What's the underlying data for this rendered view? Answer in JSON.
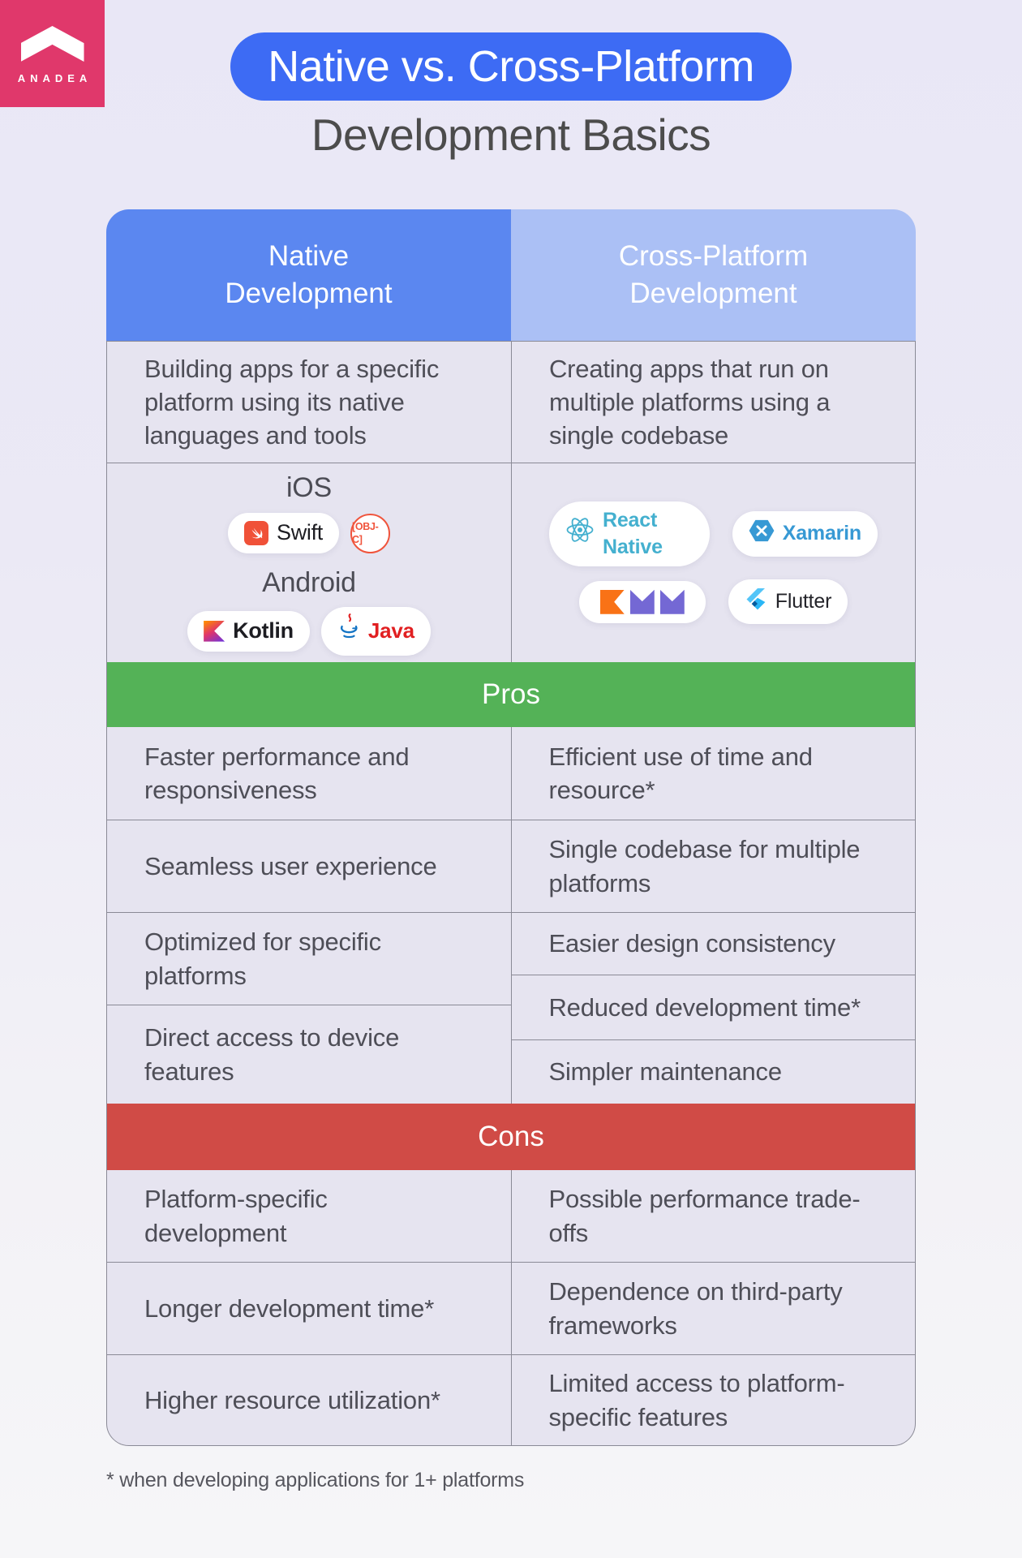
{
  "brand": {
    "name": "ANADEA"
  },
  "title": {
    "pill": "Native vs. Cross-Platform",
    "subtitle": "Development Basics"
  },
  "columns": {
    "native": {
      "header": "Native\nDevelopment",
      "description": "Building apps for a specific platform using its native languages and tools"
    },
    "cross": {
      "header": "Cross-Platform\nDevelopment",
      "description": "Creating apps that run on multiple platforms using a single codebase"
    }
  },
  "platforms": {
    "native": {
      "ios_label": "iOS",
      "android_label": "Android",
      "swift_label": "Swift",
      "objc_label": "[OBJ-C]",
      "kotlin_label": "Kotlin",
      "java_label": "Java"
    },
    "cross": {
      "react_native_label": "React Native",
      "xamarin_label": "Xamarin",
      "flutter_label": "Flutter",
      "kmm_icon": "kmm-logo"
    }
  },
  "pros": {
    "banner": "Pros",
    "native": [
      "Faster performance and responsiveness",
      "Seamless user experience",
      "Optimized for specific platforms",
      "Direct access to device features"
    ],
    "cross": [
      "Efficient use of time and resource*",
      "Single codebase for multiple platforms",
      "Easier design consistency",
      "Reduced development time*",
      "Simpler maintenance"
    ]
  },
  "cons": {
    "banner": "Cons",
    "native": [
      "Platform-specific development",
      "Longer development time*",
      "Higher resource utilization*"
    ],
    "cross": [
      "Possible performance trade-offs",
      "Dependence on third-party frameworks",
      "Limited access to platform-specific features"
    ]
  },
  "footnote": "* when developing applications for 1+ platforms",
  "colors": {
    "brand_pink": "#e0386b",
    "title_blue": "#3d6bf4",
    "header_native_blue": "#5b87f0",
    "header_cross_blue": "#abc0f5",
    "cell_bg": "#e6e4f0",
    "grid_line": "#8a8a96",
    "pros_green": "#54b257",
    "cons_red": "#d04b46",
    "swift_orange": "#f05138",
    "objc_orange": "#f0543c",
    "react_cyan": "#44b0cf",
    "xamarin_blue": "#3799d4",
    "kmm_orange": "#f97216",
    "kmm_purple": "#7468d4",
    "flutter_light_blue": "#47c5fb",
    "flutter_dark_blue": "#075b9d"
  }
}
